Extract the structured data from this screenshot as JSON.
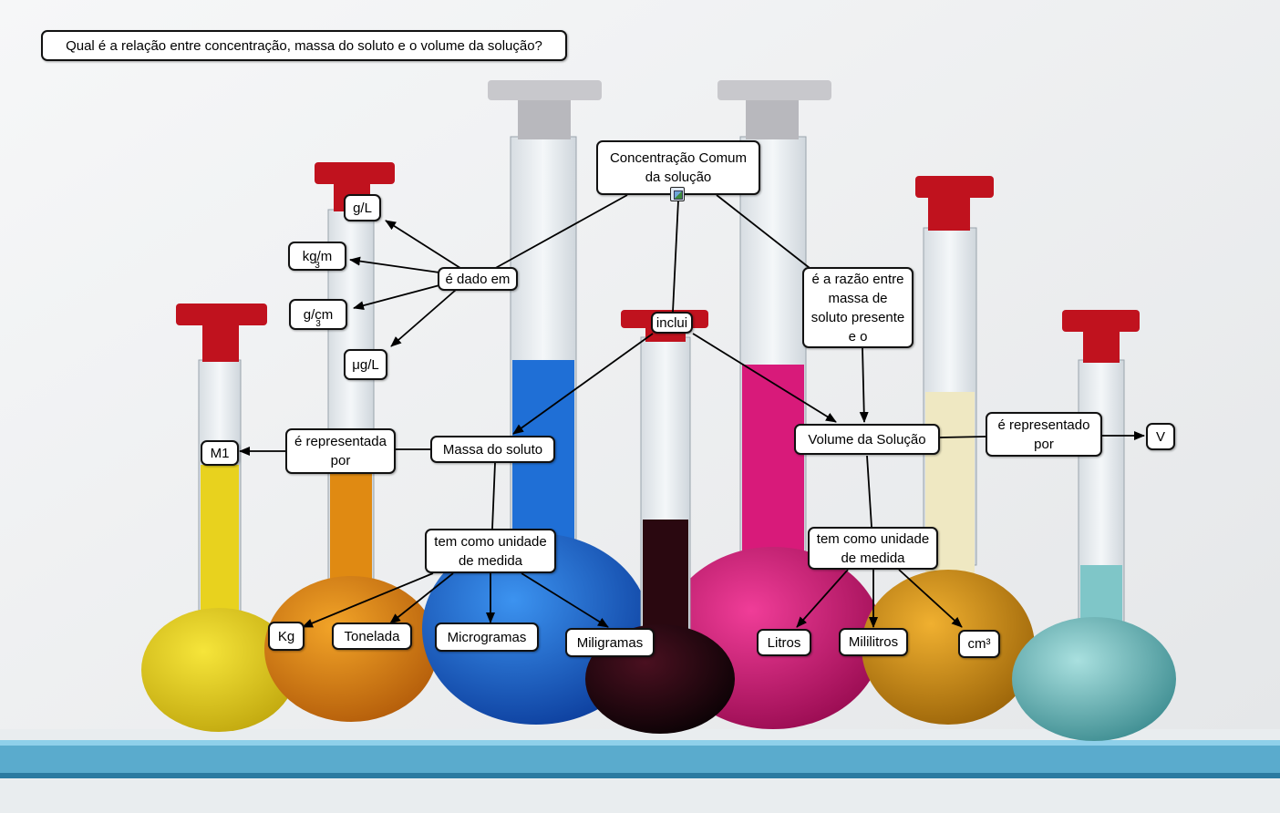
{
  "question": "Qual é a relação entre concentração, massa do soluto e o volume da solução?",
  "nodes": {
    "main": [
      "Concentração Comum",
      "da solução"
    ],
    "dado_em": "é dado em",
    "gl": "g/L",
    "kgm3": "kg/m",
    "kgm3_exp": "3",
    "gcm3": "g/cm",
    "gcm3_exp": "3",
    "ugl": "μg/L",
    "inclui": "inclui",
    "razao": [
      "é a razão entre",
      "massa de",
      "soluto presente",
      "e o"
    ],
    "massa": "Massa do soluto",
    "representada": [
      "é representada",
      "por"
    ],
    "m1": "M1",
    "unidade_massa": [
      "tem como unidade",
      "de medida"
    ],
    "kg": "Kg",
    "tonelada": "Tonelada",
    "microgramas": "Microgramas",
    "miligramas": "Miligramas",
    "volume": "Volume da Solução",
    "representado": [
      "é representado",
      "por"
    ],
    "v": "V",
    "unidade_volume": [
      "tem como unidade",
      "de medida"
    ],
    "litros": "Litros",
    "mililitros": "Mililitros",
    "cm3": "cm³"
  },
  "icons": {
    "embedded_image": "image-icon"
  },
  "colors": {
    "background": "#f1f2f3",
    "shelf": "#4aa3c9",
    "flask_yellow": "#e8d21e",
    "flask_orange": "#e08a12",
    "flask_blue": "#1f6fd6",
    "flask_dark": "#2a0810",
    "flask_pink": "#d81a7a",
    "flask_amber": "#d89a18",
    "flask_teal": "#7fc6c8",
    "stopper_red": "#c0121e",
    "stopper_gray": "#c8c8cc"
  }
}
